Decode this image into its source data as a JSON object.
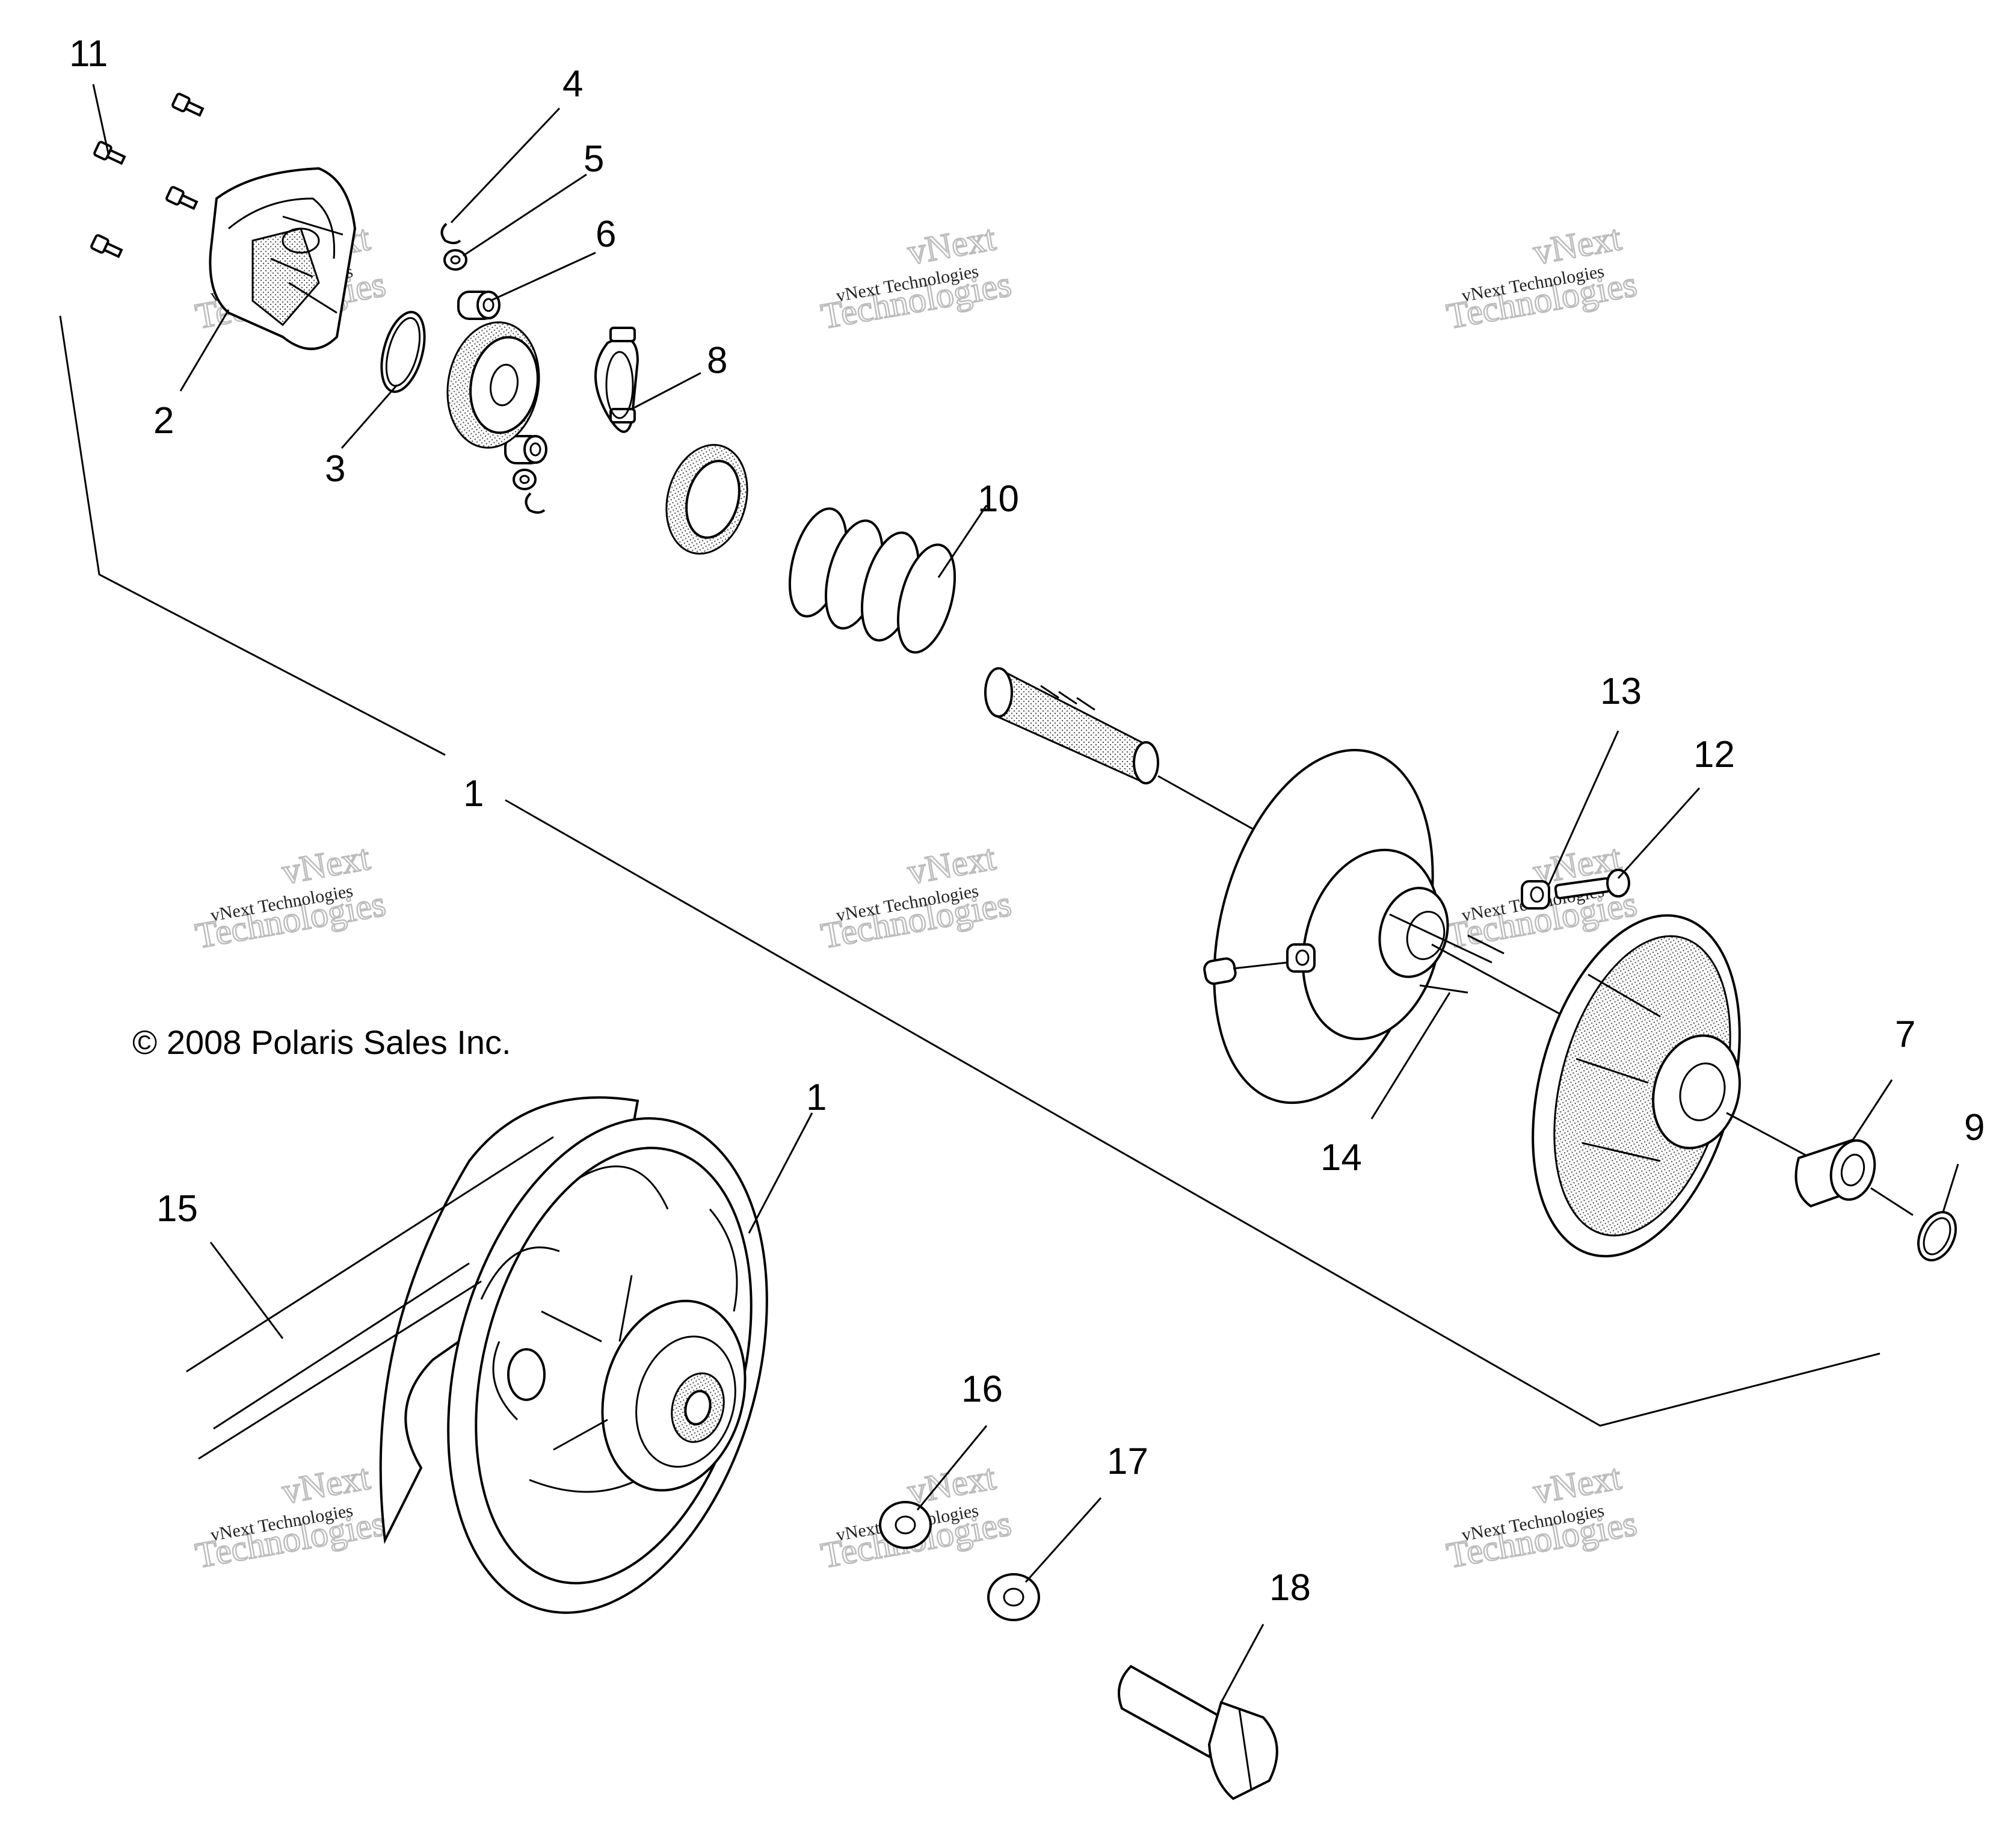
{
  "copyright": "© 2008 Polaris Sales Inc.",
  "watermark": {
    "line1": "vNext Technologies",
    "line2": "vNext",
    "line3": "Technologies"
  },
  "callouts": [
    {
      "id": "1",
      "label": "1"
    },
    {
      "id": "1b",
      "label": "1"
    },
    {
      "id": "2",
      "label": "2"
    },
    {
      "id": "3",
      "label": "3"
    },
    {
      "id": "4",
      "label": "4"
    },
    {
      "id": "5",
      "label": "5"
    },
    {
      "id": "6",
      "label": "6"
    },
    {
      "id": "7",
      "label": "7"
    },
    {
      "id": "8",
      "label": "8"
    },
    {
      "id": "9",
      "label": "9"
    },
    {
      "id": "10",
      "label": "10"
    },
    {
      "id": "11",
      "label": "11"
    },
    {
      "id": "12",
      "label": "12"
    },
    {
      "id": "13",
      "label": "13"
    },
    {
      "id": "14",
      "label": "14"
    },
    {
      "id": "15",
      "label": "15"
    },
    {
      "id": "16",
      "label": "16"
    },
    {
      "id": "17",
      "label": "17"
    },
    {
      "id": "18",
      "label": "18"
    }
  ]
}
